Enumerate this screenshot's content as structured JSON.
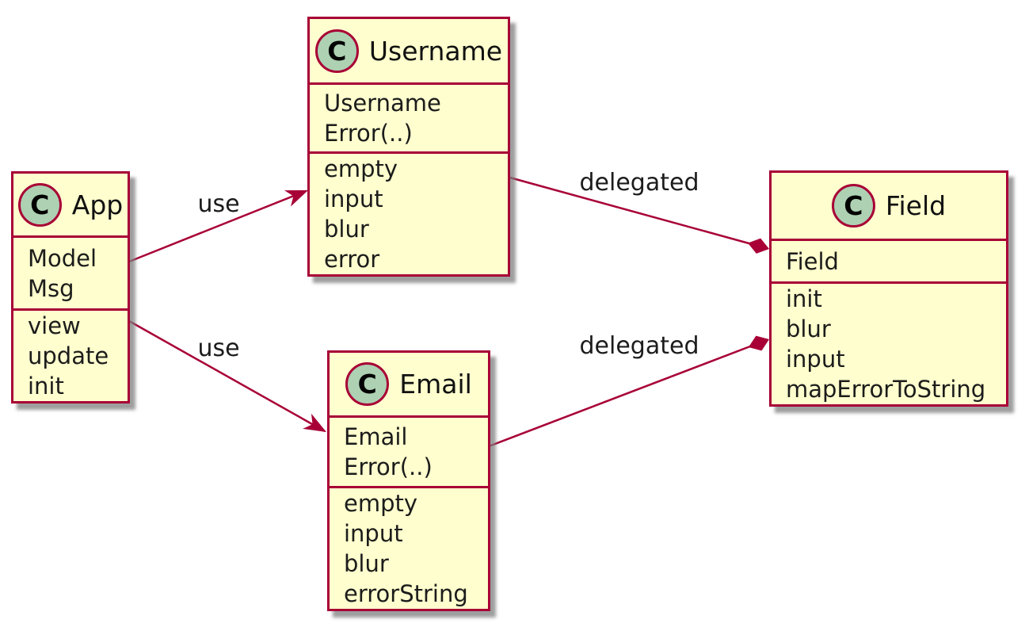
{
  "diagram": {
    "kind": "uml-class-diagram",
    "background": "#ffffff",
    "colors": {
      "class_fill": "#fefece",
      "class_border": "#a80036",
      "circle_fill": "#add1b2",
      "connector": "#a80036",
      "text": "#1c1c1c",
      "shadow": "#7d7d7d"
    },
    "classes": [
      {
        "name": "App",
        "circle_letter": "C",
        "attributes": [
          "Model",
          "Msg"
        ],
        "methods": [
          "view",
          "update",
          "init"
        ]
      },
      {
        "name": "Username",
        "circle_letter": "C",
        "attributes": [
          "Username",
          "Error(..)"
        ],
        "methods": [
          "empty",
          "input",
          "blur",
          "error"
        ]
      },
      {
        "name": "Email",
        "circle_letter": "C",
        "attributes": [
          "Email",
          "Error(..)"
        ],
        "methods": [
          "empty",
          "input",
          "blur",
          "errorString"
        ]
      },
      {
        "name": "Field",
        "circle_letter": "C",
        "attributes": [
          "Field"
        ],
        "methods": [
          "init",
          "blur",
          "input",
          "mapErrorToString"
        ]
      }
    ],
    "edges": [
      {
        "from": "App",
        "to": "Username",
        "label": "use",
        "head": "open-arrow"
      },
      {
        "from": "App",
        "to": "Email",
        "label": "use",
        "head": "open-arrow"
      },
      {
        "from": "Username",
        "to": "Field",
        "label": "delegated",
        "head": "filled-diamond"
      },
      {
        "from": "Email",
        "to": "Field",
        "label": "delegated",
        "head": "filled-diamond"
      }
    ]
  }
}
